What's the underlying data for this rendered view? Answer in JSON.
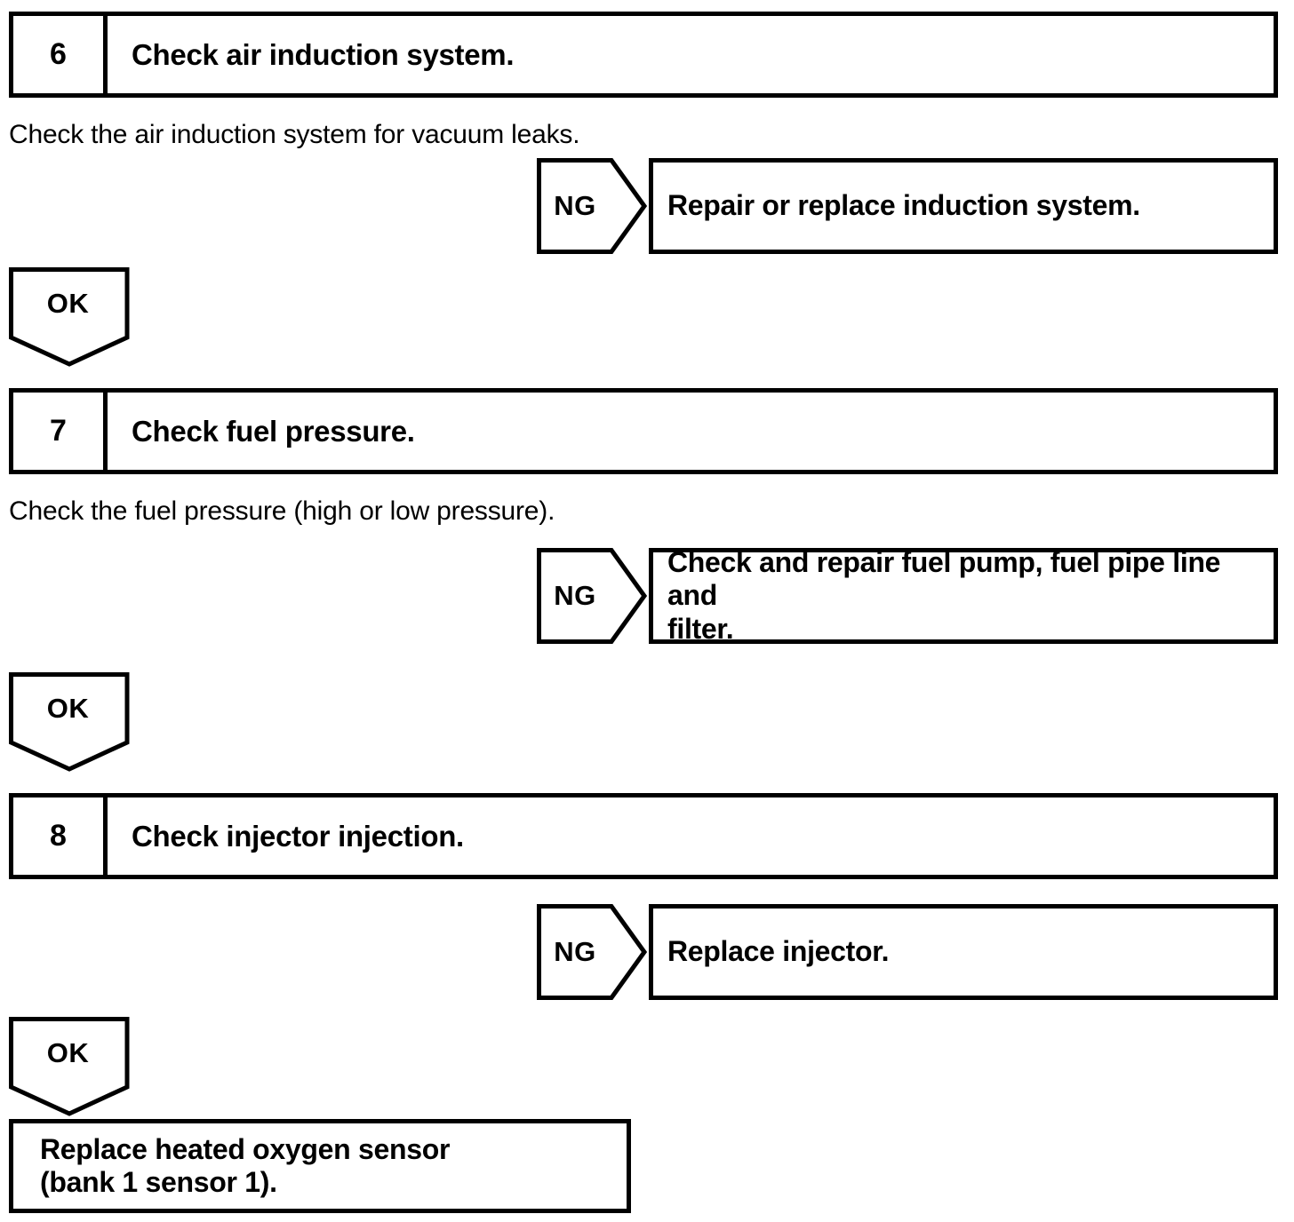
{
  "diagram": {
    "type": "troubleshooting-flowchart",
    "steps": [
      {
        "number": "6",
        "title": "Check air induction system.",
        "body": "Check the air induction system for vacuum leaks.",
        "ng_label": "NG",
        "ng_action": "Repair or replace induction system.",
        "ok_label": "OK"
      },
      {
        "number": "7",
        "title": "Check fuel pressure.",
        "body": "Check the fuel pressure (high or low pressure).",
        "ng_label": "NG",
        "ng_action_line1": "Check and repair fuel pump, fuel pipe line and",
        "ng_action_line2": "filter.",
        "ok_label": "OK"
      },
      {
        "number": "8",
        "title": "Check injector injection.",
        "body": "",
        "ng_label": "NG",
        "ng_action": "Replace injector.",
        "ok_label": "OK"
      }
    ],
    "final": {
      "line1": "Replace heated oxygen sensor",
      "line2": "(bank 1 sensor 1)."
    },
    "colors": {
      "line": "#000000",
      "background": "#ffffff"
    }
  }
}
